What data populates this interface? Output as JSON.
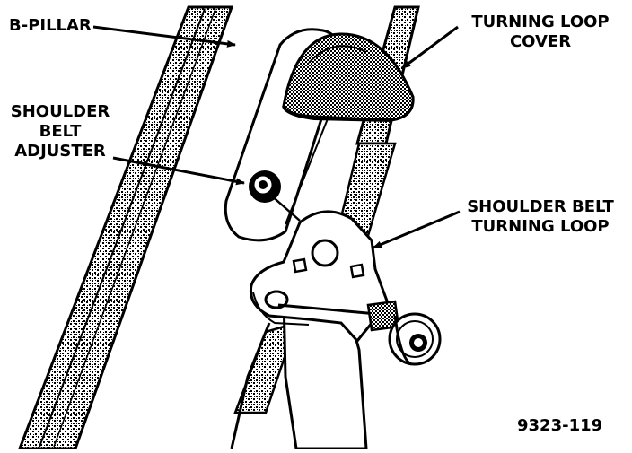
{
  "colors": {
    "ink": "#000000",
    "paper": "#ffffff"
  },
  "labels": {
    "b_pillar": "B-PILLAR",
    "turning_loop_cover": {
      "line1": "TURNING LOOP",
      "line2": "COVER"
    },
    "shoulder_belt_adjuster": {
      "line1": "SHOULDER",
      "line2": "BELT",
      "line3": "ADJUSTER"
    },
    "shoulder_belt_turning_loop": {
      "line1": "SHOULDER BELT",
      "line2": "TURNING LOOP"
    },
    "figure_number": "9323-119"
  }
}
